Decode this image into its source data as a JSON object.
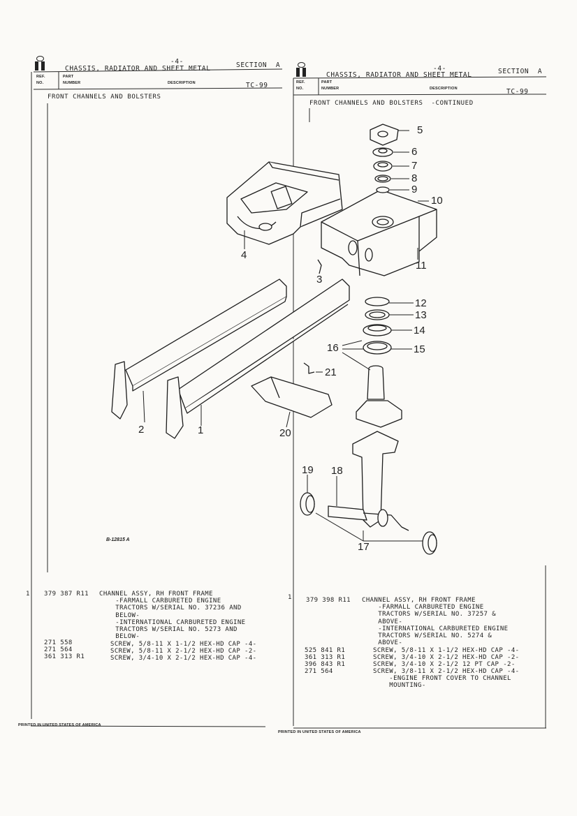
{
  "left": {
    "page": "-4-",
    "title": "CHASSIS, RADIATOR AND SHEET METAL",
    "section": "SECTION  A",
    "col_ref": "REF.",
    "col_no": "NO.",
    "col_part": "PART",
    "col_number": "NUMBER",
    "col_desc": "DESCRIPTION",
    "code": "TC-99",
    "subtitle": "FRONT CHANNELS AND BOLSTERS",
    "entries": [
      {
        "ref": "1",
        "part": "379 387 R11",
        "desc": "CHANNEL ASSY, RH FRONT FRAME\n    -FARMALL CARBURETED ENGINE\n    TRACTORS W/SERIAL NO. 37236 AND\n    BELOW-\n    -INTERNATIONAL CARBURETED ENGINE\n    TRACTORS W/SERIAL NO. 5273 AND\n    BELOW-"
      },
      {
        "ref": "",
        "part": "271 558",
        "desc": "SCREW, 5/8-11 X 1-1/2 HEX-HD CAP -4-"
      },
      {
        "ref": "",
        "part": "271 564",
        "desc": "SCREW, 5/8-11 X 2-1/2 HEX-HD CAP -2-"
      },
      {
        "ref": "",
        "part": "361 313 R1",
        "desc": "SCREW, 3/4-10 X 2-1/2 HEX-HD CAP -4-"
      }
    ],
    "footer": "PRINTED IN UNITED STATES OF AMERICA"
  },
  "right": {
    "page": "-4-",
    "title": "CHASSIS, RADIATOR AND SHEET METAL",
    "section": "SECTION  A",
    "col_ref": "REF.",
    "col_no": "NO.",
    "col_part": "PART",
    "col_number": "NUMBER",
    "col_desc": "DESCRIPTION",
    "code": "TC-99",
    "subtitle": "FRONT CHANNELS AND BOLSTERS  -CONTINUED",
    "entries": [
      {
        "ref": "1",
        "part": "379 398 R11",
        "desc": "CHANNEL ASSY, RH FRONT FRAME\n    -FARMALL CARBURETED ENGINE\n    TRACTORS W/SERIAL NO. 37257 &\n    ABOVE-\n    -INTERNATIONAL CARBURETED ENGINE\n    TRACTORS W/SERIAL NO. 5274 &\n    ABOVE-"
      },
      {
        "ref": "",
        "part": "525 841 R1",
        "desc": "SCREW, 5/8-11 X 1-1/2 HEX-HD CAP -4-"
      },
      {
        "ref": "",
        "part": "361 313 R1",
        "desc": "SCREW, 3/4-10 X 2-1/2 HEX-HD CAP -2-"
      },
      {
        "ref": "",
        "part": "396 843 R1",
        "desc": "SCREW, 3/4-10 X 2-1/2 12 PT CAP -2-"
      },
      {
        "ref": "",
        "part": "271 564",
        "desc": "SCREW, 3/8-11 X 2-1/2 HEX-HD CAP -4-\n    -ENGINE FRONT COVER TO CHANNEL\n    MOUNTING-"
      }
    ],
    "footer": "PRINTED IN UNITED STATES OF AMERICA"
  },
  "figure": {
    "ref_code": "B-12815 A",
    "callouts": [
      "1",
      "2",
      "3",
      "4",
      "5",
      "6",
      "7",
      "8",
      "9",
      "10",
      "11",
      "12",
      "13",
      "14",
      "15",
      "16",
      "17",
      "18",
      "19",
      "20",
      "21"
    ]
  }
}
